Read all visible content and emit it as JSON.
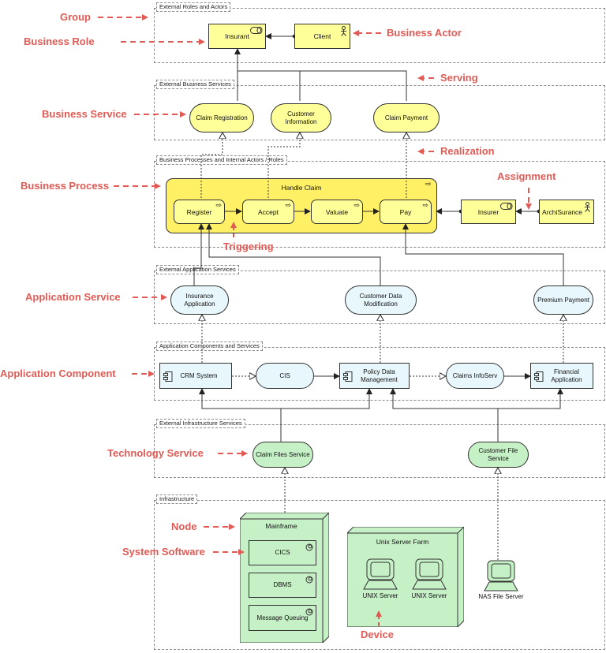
{
  "groups": {
    "roles": "External Roles and Actors",
    "bizsvc": "External Business Services",
    "bizproc": "Business Processes and Internal Actors / Roles",
    "appsvc": "External Application Services",
    "appcomp": "Application Components and Services",
    "infrasvc": "External Infrastructure Services",
    "infra": "Infrastructure"
  },
  "elements": {
    "insurant": "Insurant",
    "client": "Client",
    "claim_registration": "Claim Registration",
    "customer_information": "Customer Information",
    "claim_payment": "Claim Payment",
    "handle_claim": "Handle Claim",
    "register": "Register",
    "accept": "Accept",
    "valuate": "Valuate",
    "pay": "Pay",
    "insurer": "Insurer",
    "archisurance": "ArchiSurance",
    "insurance_application": "Insurance Application",
    "customer_data_modification": "Customer Data Modification",
    "premium_payment": "Premium Payment",
    "crm_system": "CRM System",
    "cis": "CIS",
    "policy_data_management": "Policy Data Management",
    "claims_infoserv": "Claims InfoServ",
    "financial_application": "Financial Application",
    "claim_files_service": "Claim Files Service",
    "customer_file_service": "Customer File Service",
    "mainframe": "Mainframe",
    "cics": "CICS",
    "dbms": "DBMS",
    "message_queuing": "Message Queuing",
    "unix_server_farm": "Unix Server Farm",
    "unix_server_1": "UNIX Server",
    "unix_server_2": "UNIX Server",
    "nas_file_server": "NAS File Server"
  },
  "annotations": {
    "group": "Group",
    "business_role": "Business Role",
    "business_actor": "Business Actor",
    "serving": "Serving",
    "business_service": "Business Service",
    "realization": "Realization",
    "business_process": "Business Process",
    "assignment": "Assignment",
    "triggering": "Triggering",
    "application_service": "Application Service",
    "application_component": "Application Component",
    "technology_service": "Technology Service",
    "node": "Node",
    "system_software": "System Software",
    "device": "Device"
  },
  "colors": {
    "business": "#ffff99",
    "application": "#e8f7fb",
    "technology": "#c6f0c6",
    "annotation": "#e05b55"
  }
}
